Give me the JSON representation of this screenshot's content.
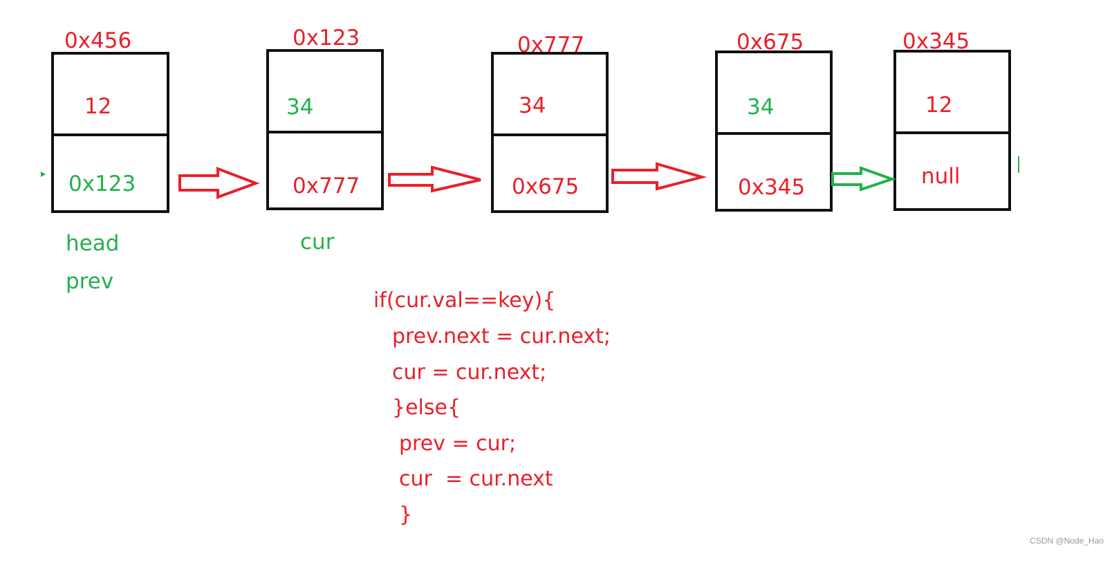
{
  "colors": {
    "red": "#e8202a",
    "green": "#22b14c",
    "black": "#111111"
  },
  "nodes": [
    {
      "address": "0x456",
      "val": "12",
      "val_color": "red",
      "next": "0x123",
      "next_color": "green"
    },
    {
      "address": "0x123",
      "val": "34",
      "val_color": "green",
      "next": "0x777",
      "next_color": "red"
    },
    {
      "address": "0x777",
      "val": "34",
      "val_color": "red",
      "next": "0x675",
      "next_color": "red"
    },
    {
      "address": "0x675",
      "val": "34",
      "val_color": "green",
      "next": "0x345",
      "next_color": "red"
    },
    {
      "address": "0x345",
      "val": "12",
      "val_color": "red",
      "next": "null",
      "next_color": "red"
    }
  ],
  "pointer_labels": {
    "head": "head",
    "prev": "prev",
    "cur": "cur"
  },
  "arrows": [
    {
      "color": "red"
    },
    {
      "color": "red"
    },
    {
      "color": "red"
    },
    {
      "color": "green"
    }
  ],
  "code_lines": [
    "if(cur.val==key){",
    "prev.next = cur.next;",
    "cur = cur.next;",
    "}else{",
    "prev = cur;",
    "cur  = cur.next",
    "}"
  ],
  "watermark": "CSDN @Node_Hao"
}
